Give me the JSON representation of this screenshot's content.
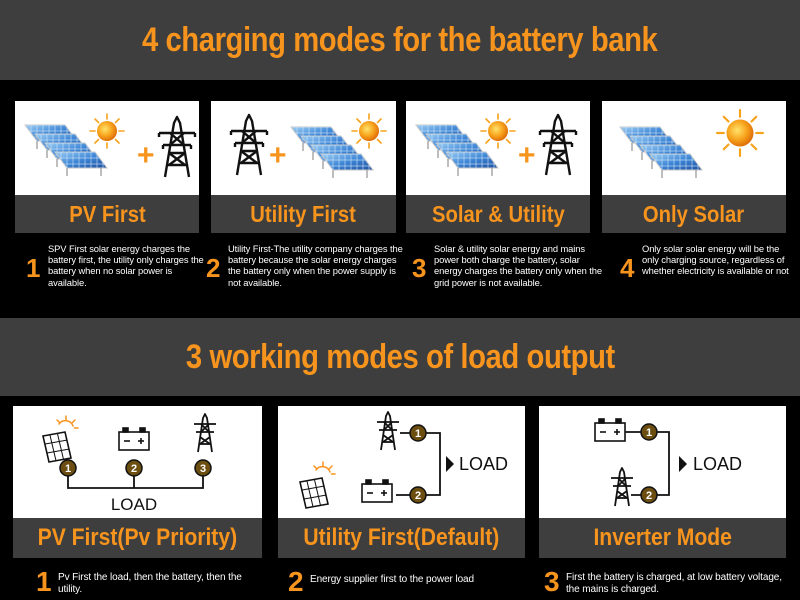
{
  "charging": {
    "title": "4 charging modes for the battery bank",
    "modes": [
      {
        "label": "PV First",
        "number": "1",
        "text": "SPV First solar energy charges the battery first, the utility only charges the battery when no solar power is available."
      },
      {
        "label": "Utility First",
        "number": "2",
        "text": "Utility First-The utility company charges the battery because the solar energy charges the battery only when the power supply is not available."
      },
      {
        "label": "Solar & Utility",
        "number": "3",
        "text": "Solar & utility solar energy and mains power both charge the battery, solar energy charges the battery only when the grid power is not available."
      },
      {
        "label": "Only Solar",
        "number": "4",
        "text": "Only solar solar energy will be the only charging source, regardless of whether electricity is available or not"
      }
    ]
  },
  "load": {
    "title": "3 working modes of load output",
    "load_label": "LOAD",
    "modes": [
      {
        "label": "PV First(Pv Priority)",
        "number": "1",
        "text": "Pv First the load, then the battery, then the utility."
      },
      {
        "label": "Utility First(Default)",
        "number": "2",
        "text": "Energy supplier first to the power load"
      },
      {
        "label": "Inverter Mode",
        "number": "3",
        "text": "First the battery is charged, at low battery voltage, the mains is charged."
      }
    ]
  },
  "marker_numbers": [
    "1",
    "2",
    "3"
  ],
  "colors": {
    "accent": "#f7941d",
    "band": "#3e3e3e",
    "background": "#000000",
    "panel": "#2f6fc6",
    "sun": "#f7941d"
  }
}
